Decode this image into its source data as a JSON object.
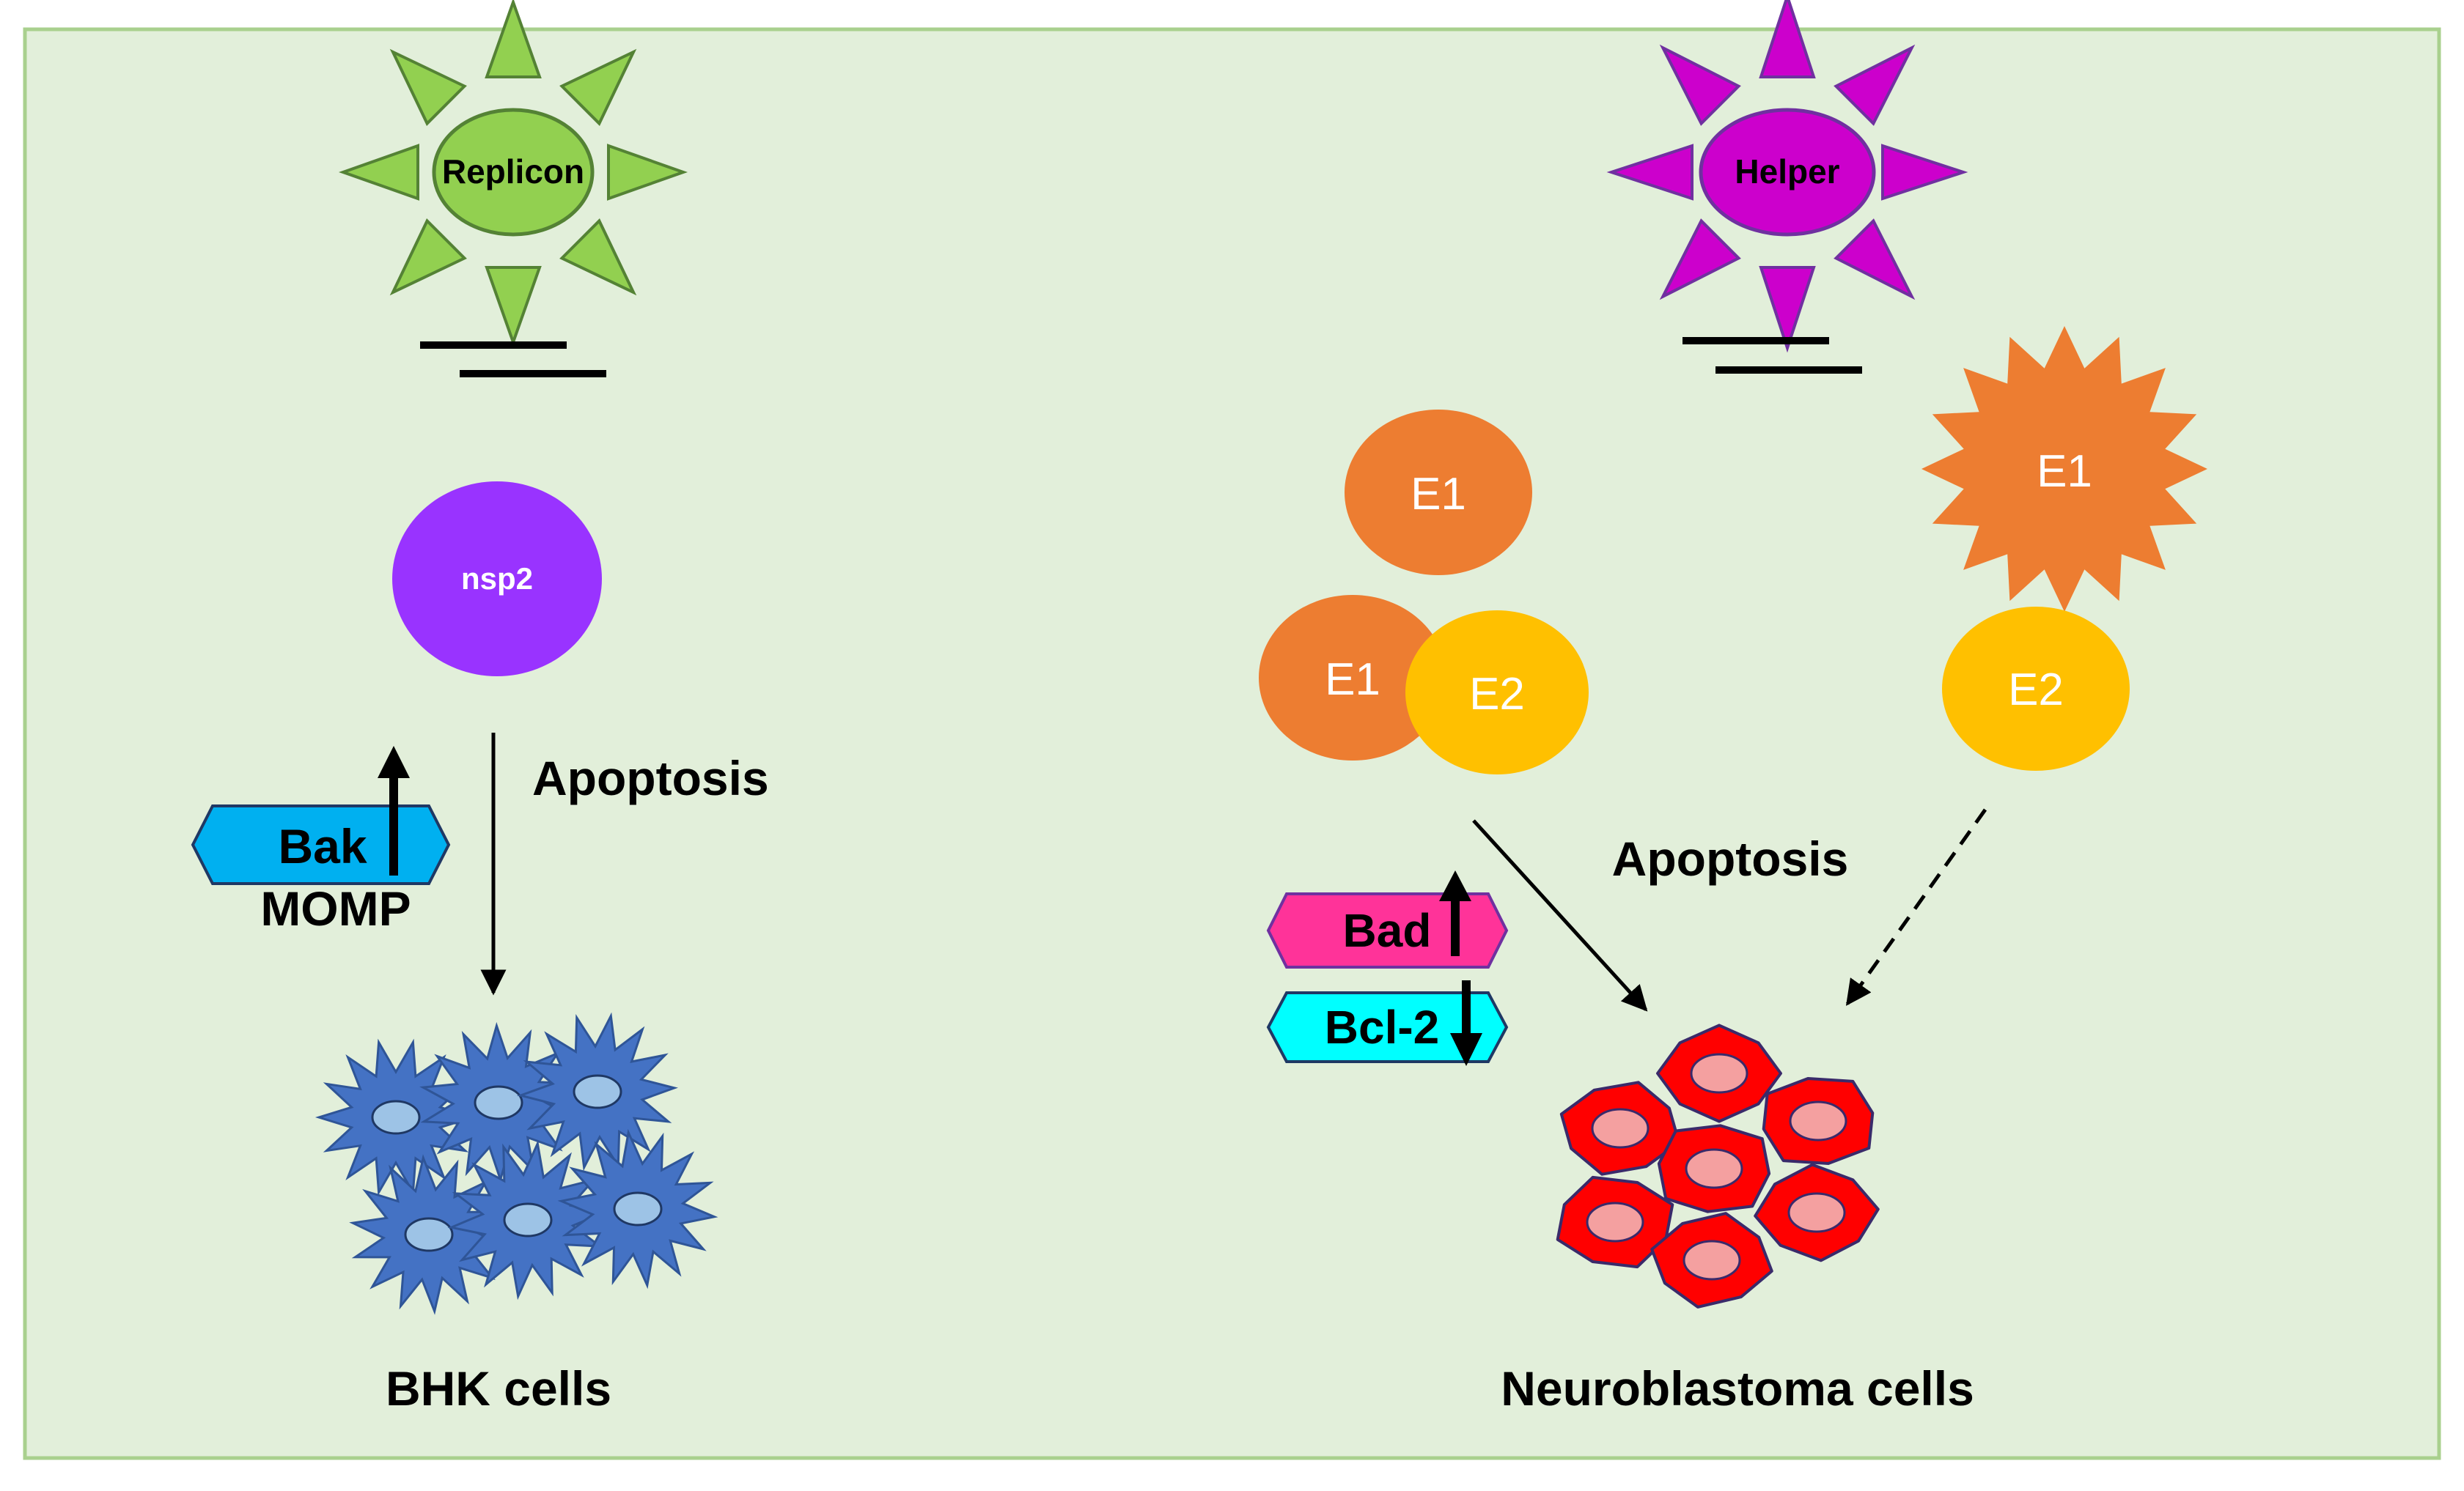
{
  "colors": {
    "panel_bg": "#e2efda",
    "panel_border": "#a9d08e",
    "replicon_fill": "#92d050",
    "replicon_stroke": "#548235",
    "helper_fill": "#cc00cc",
    "helper_stroke": "#7030a0",
    "nsp2": "#9933ff",
    "e1": "#ed7d31",
    "e2": "#ffc000",
    "bak": "#00b0f0",
    "bad": "#ff3399",
    "bcl2": "#00ffff",
    "bhk_cell": "#4472c4",
    "bhk_nucleus": "#9dc3e6",
    "neuro_cell": "#ff0000",
    "neuro_nucleus": "#f4a0a0"
  },
  "left": {
    "replicon_label": "Replicon",
    "nsp2_label": "nsp2",
    "apoptosis_label": "Apoptosis",
    "bak_label": "Bak",
    "momp_label": "MOMP",
    "cells_label": "BHK cells"
  },
  "right": {
    "helper_label": "Helper",
    "e1_label": "E1",
    "e1_complex_label": "E1",
    "e2_complex_label": "E2",
    "e1_star_label": "E1",
    "e2_label": "E2",
    "apoptosis_label": "Apoptosis",
    "bad_label": "Bad",
    "bcl2_label": "Bcl-2",
    "cells_label": "Neuroblastoma cells"
  },
  "icons": {
    "up_arrow": "up-arrow-icon",
    "down_arrow": "down-arrow-icon"
  }
}
